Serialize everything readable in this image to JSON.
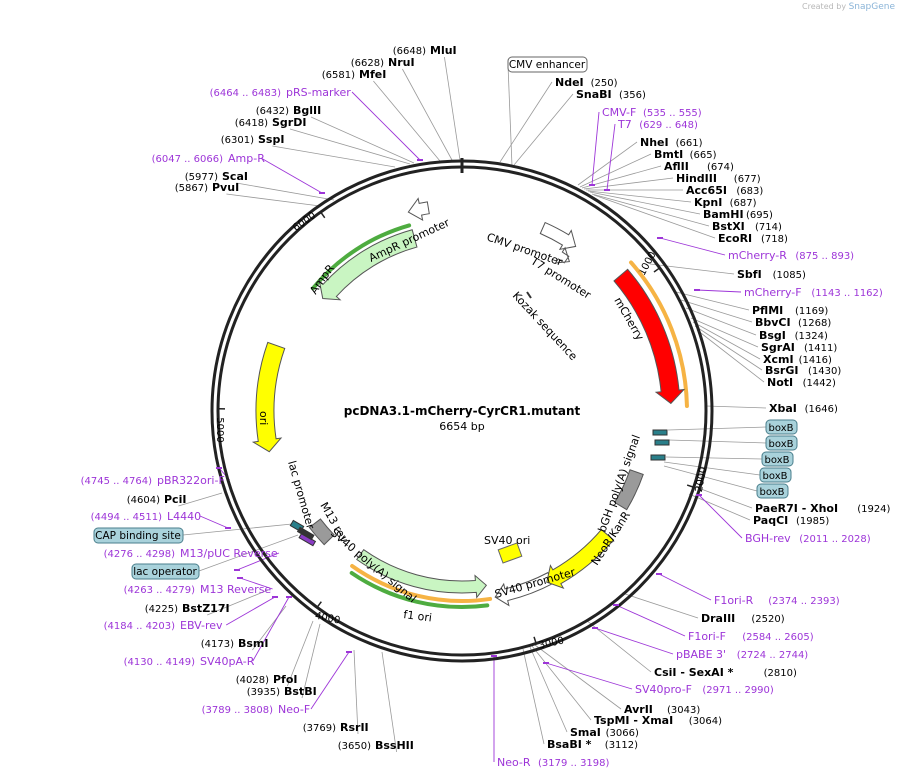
{
  "credit": {
    "created_by": "Created by",
    "brand": "SnapGene"
  },
  "plasmid": {
    "name": "pcDNA3.1-mCherry-CyrCR1.mutant",
    "length": "6654 bp",
    "total_bp": 6654
  },
  "colors": {
    "primer": "#9d35d8",
    "mcherry": "#ff0000",
    "ori": "#ffff00",
    "green": "#c9f5c2",
    "orange": "#f5a623",
    "terminator": "#9a9a9a",
    "boxb": "#a9d2db"
  },
  "ticks": [
    {
      "bp": 1000,
      "label": "1000"
    },
    {
      "bp": 2000,
      "label": "2000"
    },
    {
      "bp": 3000,
      "label": "3000"
    },
    {
      "bp": 4000,
      "label": "4000"
    },
    {
      "bp": 5000,
      "label": "5000"
    },
    {
      "bp": 6000,
      "label": "6000"
    }
  ],
  "features": [
    {
      "name": "mCherry",
      "start": 914,
      "end": 1625,
      "strand": "fwd",
      "color": "#ff0000",
      "text_color": "#ffffff",
      "label_inside": true
    },
    {
      "name": "AmpR",
      "start": 5710,
      "end": 6370,
      "strand": "rev",
      "color": "#c9f5c2",
      "label": "AmpR"
    },
    {
      "name": "AmpR promoter",
      "start": 6375,
      "end": 6480,
      "strand": "rev",
      "color": "#ffffff",
      "label": "AmpR promoter"
    },
    {
      "name": "ori",
      "start": 4770,
      "end": 5350,
      "strand": "rev",
      "color": "#ffff00",
      "label": "ori"
    },
    {
      "name": "CMV promoter",
      "start": 440,
      "end": 640,
      "strand": "fwd",
      "color": "#ffffff",
      "label": "CMV promoter"
    },
    {
      "name": "T7 promoter",
      "start": 640,
      "end": 660,
      "strand": "fwd",
      "color": "#ffffff",
      "label": "T7 promoter"
    },
    {
      "name": "NeoR/KanR",
      "start": 3180,
      "end": 3980,
      "strand": "rev",
      "color": "#c9f5c2",
      "label": "NeoR/KanR"
    },
    {
      "name": "SV40 promoter",
      "start": 2810,
      "end": 3140,
      "strand": "fwd",
      "color": "#ffffff",
      "label": "SV40 promoter"
    },
    {
      "name": "f1 ori",
      "start": 2410,
      "end": 2840,
      "strand": "fwd",
      "color": "#ffff00",
      "label": "f1 ori"
    },
    {
      "name": "bGH poly(A) signal",
      "start": 2020,
      "end": 2235,
      "strand": "none",
      "color": "#9a9a9a",
      "label": "bGH poly(A) signal"
    },
    {
      "name": "SV40 poly(A) signal",
      "start": 4175,
      "end": 4300,
      "strand": "none",
      "color": "#9a9a9a",
      "label": "SV40 poly(A) signal"
    }
  ],
  "orfs": [
    {
      "start": 900,
      "end": 1640,
      "color": "#f5a623"
    },
    {
      "start": 3170,
      "end": 3980,
      "color": "#f5a623"
    },
    {
      "start": 5720,
      "end": 6360,
      "color": "#2f9e1e"
    },
    {
      "start": 3190,
      "end": 3960,
      "color": "#2f9e1e"
    }
  ],
  "inner_labels": [
    {
      "text": "Kozak sequence"
    },
    {
      "text": "SV40 ori"
    },
    {
      "text": "lac promoter"
    },
    {
      "text": "M13 rev"
    }
  ],
  "boxb_label": "boxB",
  "enzymes": [
    {
      "name": "MluI",
      "pos": "6648"
    },
    {
      "name": "NruI",
      "pos": "6628"
    },
    {
      "name": "MfeI",
      "pos": "6581"
    },
    {
      "name": "BglII",
      "pos": "6432"
    },
    {
      "name": "SgrDI",
      "pos": "6418"
    },
    {
      "name": "SspI",
      "pos": "6301"
    },
    {
      "name": "ScaI",
      "pos": "5977"
    },
    {
      "name": "PvuI",
      "pos": "5867"
    },
    {
      "name": "NdeI",
      "pos": "250"
    },
    {
      "name": "SnaBI",
      "pos": "356"
    },
    {
      "name": "NheI",
      "pos": "661"
    },
    {
      "name": "BmtI",
      "pos": "665"
    },
    {
      "name": "AflII",
      "pos": "674"
    },
    {
      "name": "HindIII",
      "pos": "677"
    },
    {
      "name": "Acc65I",
      "pos": "683"
    },
    {
      "name": "KpnI",
      "pos": "687"
    },
    {
      "name": "BamHI",
      "pos": "695"
    },
    {
      "name": "BstXI",
      "pos": "714"
    },
    {
      "name": "EcoRI",
      "pos": "718"
    },
    {
      "name": "SbfI",
      "pos": "1085"
    },
    {
      "name": "PflMI",
      "pos": "1169"
    },
    {
      "name": "BbvCI",
      "pos": "1268"
    },
    {
      "name": "BsgI",
      "pos": "1324"
    },
    {
      "name": "SgrAI",
      "pos": "1411"
    },
    {
      "name": "XcmI",
      "pos": "1416"
    },
    {
      "name": "BsrGI",
      "pos": "1430"
    },
    {
      "name": "NotI",
      "pos": "1442"
    },
    {
      "name": "XbaI",
      "pos": "1646"
    },
    {
      "name": "PaeR7I - XhoI",
      "pos": "1924"
    },
    {
      "name": "PaqCI",
      "pos": "1985"
    },
    {
      "name": "DraIII",
      "pos": "2520"
    },
    {
      "name": "CsiI - SexAI *",
      "pos": "2810"
    },
    {
      "name": "AvrII",
      "pos": "3043"
    },
    {
      "name": "TspMI - XmaI",
      "pos": "3064"
    },
    {
      "name": "SmaI",
      "pos": "3066"
    },
    {
      "name": "BsaBI *",
      "pos": "3112"
    },
    {
      "name": "PciI",
      "pos": "4604"
    },
    {
      "name": "BstZ17I",
      "pos": "4225"
    },
    {
      "name": "BsmI",
      "pos": "4173"
    },
    {
      "name": "PfoI",
      "pos": "4028"
    },
    {
      "name": "BstBI",
      "pos": "3935"
    },
    {
      "name": "RsrII",
      "pos": "3769"
    },
    {
      "name": "BssHII",
      "pos": "3650"
    }
  ],
  "primers": [
    {
      "name": "pRS-marker",
      "range": "(6464 .. 6483)"
    },
    {
      "name": "Amp-R",
      "range": "(6047 .. 6066)"
    },
    {
      "name": "CMV-F",
      "range": "(535 .. 555)"
    },
    {
      "name": "T7",
      "range": "(629 .. 648)"
    },
    {
      "name": "mCherry-R",
      "range": "(875 .. 893)"
    },
    {
      "name": "mCherry-F",
      "range": "(1143 .. 1162)"
    },
    {
      "name": "BGH-rev",
      "range": "(2011 .. 2028)"
    },
    {
      "name": "F1ori-R",
      "range": "(2374 .. 2393)"
    },
    {
      "name": "F1ori-F",
      "range": "(2584 .. 2605)"
    },
    {
      "name": "pBABE 3'",
      "range": "(2724 .. 2744)"
    },
    {
      "name": "SV40pro-F",
      "range": "(2971 .. 2990)"
    },
    {
      "name": "Neo-R",
      "range": "(3179 .. 3198)"
    },
    {
      "name": "pBR322ori-F",
      "range": "(4745 .. 4764)"
    },
    {
      "name": "L4440",
      "range": "(4494 .. 4511)"
    },
    {
      "name": "M13/pUC Reverse",
      "range": "(4276 .. 4298)"
    },
    {
      "name": "M13 Reverse",
      "range": "(4263 .. 4279)"
    },
    {
      "name": "EBV-rev",
      "range": "(4184 .. 4203)"
    },
    {
      "name": "SV40pA-R",
      "range": "(4130 .. 4149)"
    },
    {
      "name": "Neo-F",
      "range": "(3789 .. 3808)"
    }
  ],
  "boxed_features": [
    {
      "name": "CMV enhancer",
      "style": "white"
    },
    {
      "name": "CAP binding site",
      "style": "blue"
    },
    {
      "name": "lac operator",
      "style": "blue"
    }
  ]
}
